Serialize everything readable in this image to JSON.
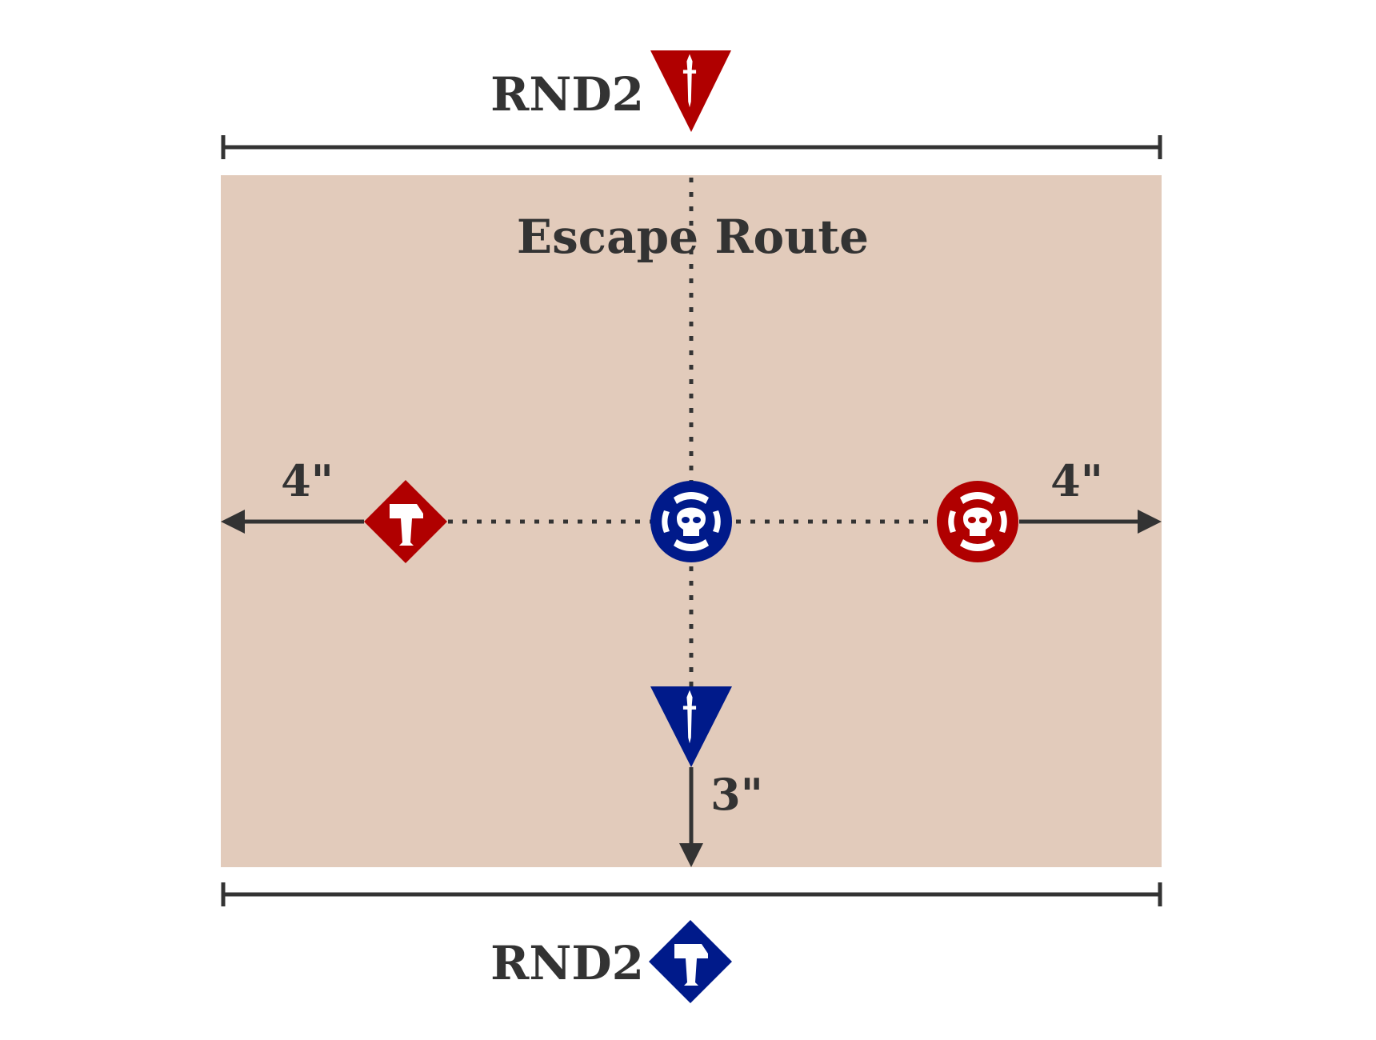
{
  "diagram": {
    "title": "Escape Route",
    "top_label": "RND2",
    "bottom_label": "RND2",
    "left_distance": "4\"",
    "right_distance": "4\"",
    "down_distance": "3\"",
    "colors": {
      "red": "#b00000",
      "blue": "#001a8a",
      "board": "#e2cbbb",
      "ink": "#333333"
    },
    "markers": [
      {
        "name": "red-dagger-triangle",
        "icon": "dagger-icon"
      },
      {
        "name": "red-hammer-diamond",
        "icon": "hammer-icon"
      },
      {
        "name": "blue-skull-objective",
        "icon": "skull-icon"
      },
      {
        "name": "red-skull-objective",
        "icon": "skull-icon"
      },
      {
        "name": "blue-dagger-triangle",
        "icon": "dagger-icon"
      },
      {
        "name": "blue-hammer-diamond",
        "icon": "hammer-icon"
      }
    ]
  }
}
